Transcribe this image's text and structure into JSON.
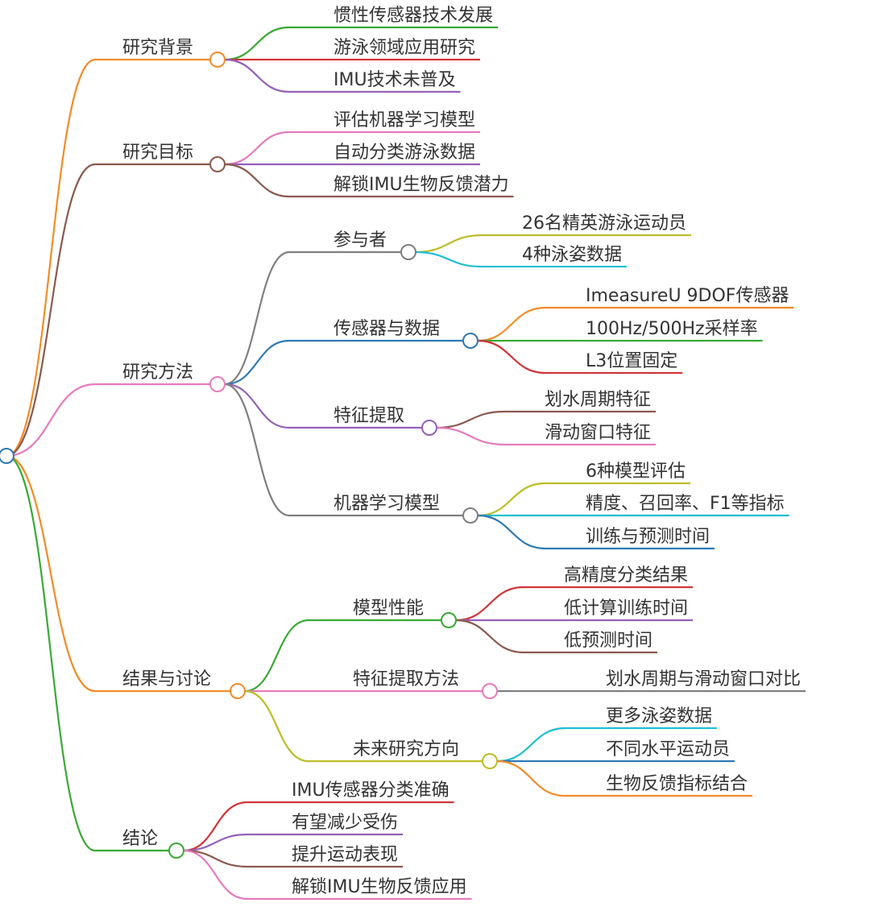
{
  "mindmap": {
    "root": {
      "children": [
        {
          "label": "研究背景",
          "color": "#F28C28",
          "children": [
            {
              "label": "惯性传感器技术发展",
              "color": "#3AA935"
            },
            {
              "label": "游泳领域应用研究",
              "color": "#D03538"
            },
            {
              "label": "IMU技术未普及",
              "color": "#9560B8"
            }
          ]
        },
        {
          "label": "研究目标",
          "color": "#8B5A4D",
          "children": [
            {
              "label": "评估机器学习模型",
              "color": "#E57BBF"
            },
            {
              "label": "自动分类游泳数据",
              "color": "#9560B8"
            },
            {
              "label": "解锁IMU生物反馈潜力",
              "color": "#8B5A4D"
            }
          ]
        },
        {
          "label": "研究方法",
          "color": "#E57BBF",
          "children": [
            {
              "label": "参与者",
              "color": "#7F7F7F",
              "children": [
                {
                  "label": "26名精英游泳运动员",
                  "color": "#BDBD27"
                },
                {
                  "label": "4种泳姿数据",
                  "color": "#1EBFD2"
                }
              ]
            },
            {
              "label": "传感器与数据",
              "color": "#2E79B5",
              "children": [
                {
                  "label": "ImeasureU 9DOF传感器",
                  "color": "#F28C28"
                },
                {
                  "label": "100Hz/500Hz采样率",
                  "color": "#3AA935"
                },
                {
                  "label": "L3位置固定",
                  "color": "#D03538"
                }
              ]
            },
            {
              "label": "特征提取",
              "color": "#9560B8",
              "children": [
                {
                  "label": "划水周期特征",
                  "color": "#8B5A4D"
                },
                {
                  "label": "滑动窗口特征",
                  "color": "#E57BBF"
                }
              ]
            },
            {
              "label": "机器学习模型",
              "color": "#7F7F7F",
              "children": [
                {
                  "label": "6种模型评估",
                  "color": "#BDBD27"
                },
                {
                  "label": "精度、召回率、F1等指标",
                  "color": "#1EBFD2"
                },
                {
                  "label": "训练与预测时间",
                  "color": "#2E79B5"
                }
              ]
            }
          ]
        },
        {
          "label": "结果与讨论",
          "color": "#F28C28",
          "children": [
            {
              "label": "模型性能",
              "color": "#3AA935",
              "children": [
                {
                  "label": "高精度分类结果",
                  "color": "#D03538"
                },
                {
                  "label": "低计算训练时间",
                  "color": "#9560B8"
                },
                {
                  "label": "低预测时间",
                  "color": "#8B5A4D"
                }
              ]
            },
            {
              "label": "特征提取方法",
              "color": "#E57BBF",
              "children": [
                {
                  "label": "划水周期与滑动窗口对比",
                  "color": "#7F7F7F"
                }
              ]
            },
            {
              "label": "未来研究方向",
              "color": "#BDBD27",
              "children": [
                {
                  "label": "更多泳姿数据",
                  "color": "#1EBFD2"
                },
                {
                  "label": "不同水平运动员",
                  "color": "#2E79B5"
                },
                {
                  "label": "生物反馈指标结合",
                  "color": "#F28C28"
                }
              ]
            }
          ]
        },
        {
          "label": "结论",
          "color": "#3AA935",
          "children": [
            {
              "label": "IMU传感器分类准确",
              "color": "#D03538"
            },
            {
              "label": "有望减少受伤",
              "color": "#9560B8"
            },
            {
              "label": "提升运动表现",
              "color": "#8B5A4D"
            },
            {
              "label": "解锁IMU生物反馈应用",
              "color": "#E57BBF"
            }
          ]
        }
      ]
    }
  }
}
